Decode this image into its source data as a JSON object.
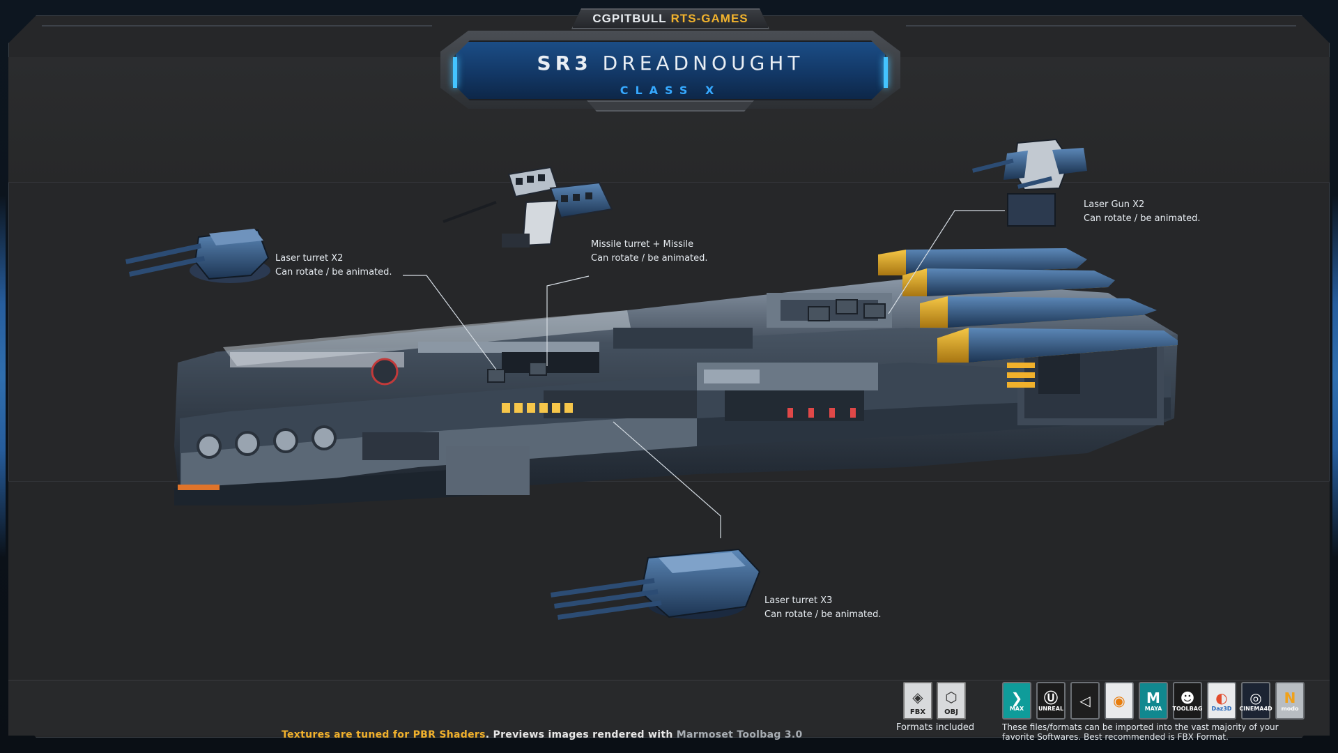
{
  "header": {
    "brand_primary": "CGPITBULL",
    "brand_secondary": "RTS-GAMES",
    "title_part1": "SR3",
    "title_part2": "DREADNOUGHT",
    "subtitle": "CLASS X"
  },
  "callouts": [
    {
      "name": "Laser turret X2",
      "note": "Can rotate / be animated."
    },
    {
      "name": "Missile turret + Missile",
      "note": "Can rotate / be animated."
    },
    {
      "name": "Laser Gun X2",
      "note": "Can rotate / be animated."
    },
    {
      "name": "Laser turret X3",
      "note": "Can rotate / be animated."
    }
  ],
  "footer": {
    "shaders_highlight": "Textures are tuned for PBR Shaders",
    "previews_text": ". Previews images rendered with ",
    "renderer": "Marmoset Toolbag 3.0"
  },
  "formats": {
    "items": [
      {
        "label": "FBX",
        "icon": "fbx-file-icon"
      },
      {
        "label": "OBJ",
        "icon": "obj-file-icon"
      }
    ],
    "caption": "Formats included"
  },
  "software": {
    "items": [
      {
        "label": "MAX",
        "icon": "3dsmax-icon",
        "color": "#0f9c9a"
      },
      {
        "label": "UNREAL",
        "icon": "unreal-icon",
        "color": "#1b1b1b"
      },
      {
        "label": "",
        "icon": "unity-icon",
        "color": "#1e1e1e"
      },
      {
        "label": "",
        "icon": "blender-icon",
        "color": "#e9eaec"
      },
      {
        "label": "MAYA",
        "icon": "maya-icon",
        "color": "#11888f"
      },
      {
        "label": "TOOLBAG",
        "icon": "marmoset-icon",
        "color": "#1a1a1a"
      },
      {
        "label": "Daz3D",
        "icon": "daz3d-icon",
        "color": "#e9eaec"
      },
      {
        "label": "CINEMA4D",
        "icon": "cinema4d-icon",
        "color": "#1c2433"
      },
      {
        "label": "modo",
        "icon": "modo-icon",
        "color": "#b8bdc2"
      }
    ],
    "caption": "These files/formats can be imported into the vast majority of your favorite Softwares. Best recommended is FBX Format."
  }
}
